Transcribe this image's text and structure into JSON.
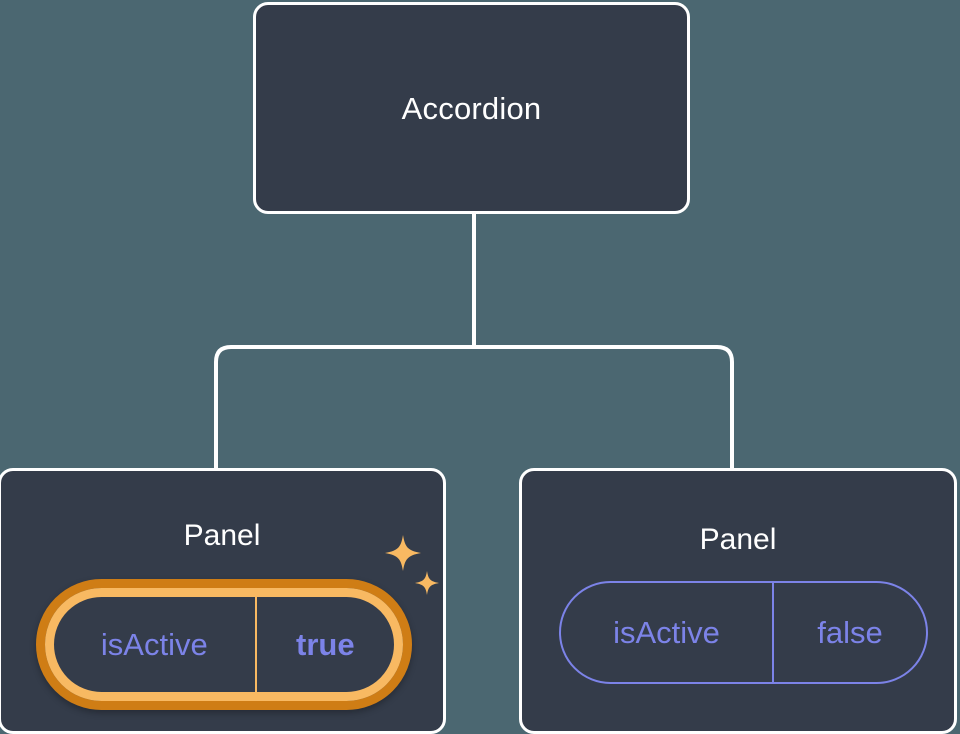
{
  "diagram": {
    "type": "component-tree",
    "background_color": "#4b6771",
    "node_fill_color": "#343c4a",
    "node_border_color": "#ffffff",
    "accent_color": "#7c83e8",
    "highlight_color_outer": "#cf7d15",
    "highlight_color_inner": "#f8b962",
    "sparkle_color": "#f8b962"
  },
  "root": {
    "label": "Accordion"
  },
  "children": [
    {
      "label": "Panel",
      "prop": {
        "key": "isActive",
        "value": "true"
      },
      "highlighted": true,
      "sparkle_icon": "sparkles-icon"
    },
    {
      "label": "Panel",
      "prop": {
        "key": "isActive",
        "value": "false"
      },
      "highlighted": false
    }
  ]
}
